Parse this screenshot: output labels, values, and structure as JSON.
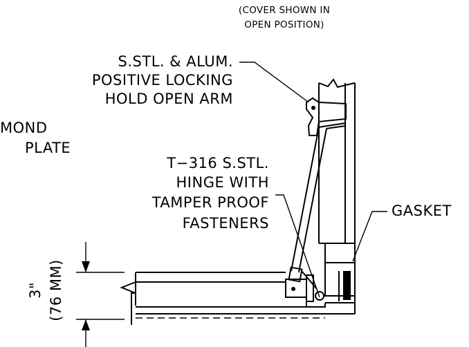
{
  "note": [
    "(COVER SHOWN IN",
    "OPEN POSITION)"
  ],
  "label_arm": [
    "S.STL. & ALUM.",
    "POSITIVE LOCKING",
    "HOLD OPEN ARM"
  ],
  "label_plate": [
    "MOND",
    "PLATE"
  ],
  "label_hinge": [
    "T−316 S.STL.",
    "HINGE WITH",
    "TAMPER PROOF",
    "FASTENERS"
  ],
  "label_gasket": "GASKET",
  "dimension": {
    "value": "3\"",
    "metric": "(76 MM)"
  }
}
